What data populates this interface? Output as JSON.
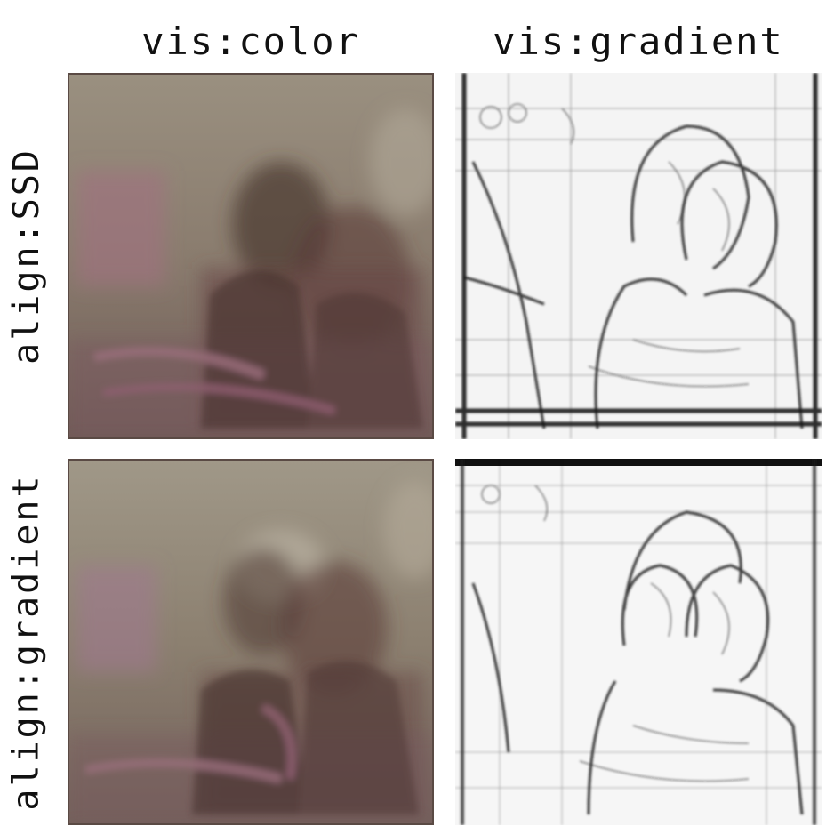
{
  "columns": [
    {
      "label": "vis:color"
    },
    {
      "label": "vis:gradient"
    }
  ],
  "rows": [
    {
      "label": "align:SSD"
    },
    {
      "label": "align:gradient"
    }
  ],
  "colors": {
    "color_vis_base": "#8d8070",
    "color_vis_dark": "#5a4038",
    "color_vis_pink": "#a07080",
    "gradient_bg": "#f6f6f6",
    "gradient_stroke": "#1a1a1a"
  }
}
